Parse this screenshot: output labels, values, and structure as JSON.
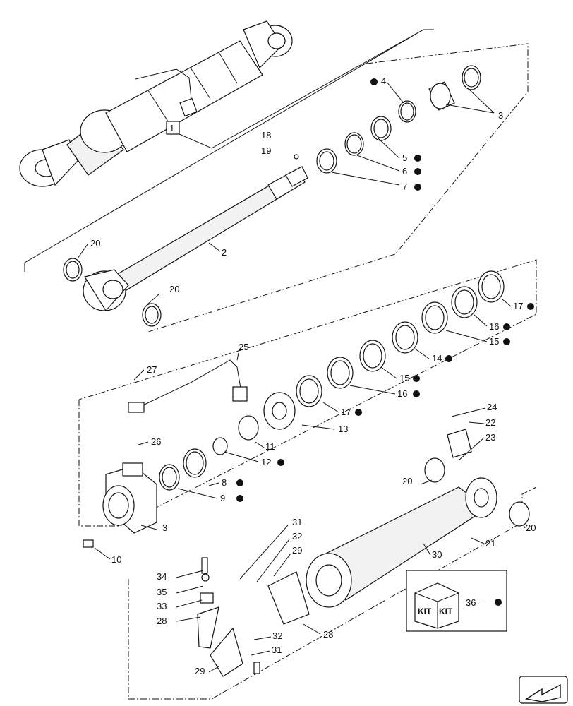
{
  "callouts": [
    {
      "id": "c1",
      "label": "1"
    },
    {
      "id": "c2",
      "label": "2"
    },
    {
      "id": "c3a",
      "label": "3"
    },
    {
      "id": "c3b",
      "label": "3"
    },
    {
      "id": "c4",
      "label": "4"
    },
    {
      "id": "c5",
      "label": "5"
    },
    {
      "id": "c6",
      "label": "6"
    },
    {
      "id": "c7",
      "label": "7"
    },
    {
      "id": "c8",
      "label": "8"
    },
    {
      "id": "c9",
      "label": "9"
    },
    {
      "id": "c10",
      "label": "10"
    },
    {
      "id": "c11",
      "label": "11"
    },
    {
      "id": "c12",
      "label": "12"
    },
    {
      "id": "c13",
      "label": "13"
    },
    {
      "id": "c14",
      "label": "14"
    },
    {
      "id": "c15a",
      "label": "15"
    },
    {
      "id": "c15b",
      "label": "15"
    },
    {
      "id": "c16a",
      "label": "16"
    },
    {
      "id": "c16b",
      "label": "16"
    },
    {
      "id": "c17a",
      "label": "17"
    },
    {
      "id": "c17b",
      "label": "17"
    },
    {
      "id": "c18",
      "label": "18"
    },
    {
      "id": "c19",
      "label": "19"
    },
    {
      "id": "c20a",
      "label": "20"
    },
    {
      "id": "c20b",
      "label": "20"
    },
    {
      "id": "c20c",
      "label": "20"
    },
    {
      "id": "c20d",
      "label": "20"
    },
    {
      "id": "c21",
      "label": "21"
    },
    {
      "id": "c22",
      "label": "22"
    },
    {
      "id": "c23",
      "label": "23"
    },
    {
      "id": "c24",
      "label": "24"
    },
    {
      "id": "c25",
      "label": "25"
    },
    {
      "id": "c26",
      "label": "26"
    },
    {
      "id": "c27",
      "label": "27"
    },
    {
      "id": "c28a",
      "label": "28"
    },
    {
      "id": "c28b",
      "label": "28"
    },
    {
      "id": "c29a",
      "label": "29"
    },
    {
      "id": "c29b",
      "label": "29"
    },
    {
      "id": "c30",
      "label": "30"
    },
    {
      "id": "c31a",
      "label": "31"
    },
    {
      "id": "c31b",
      "label": "31"
    },
    {
      "id": "c32a",
      "label": "32"
    },
    {
      "id": "c32b",
      "label": "32"
    },
    {
      "id": "c33",
      "label": "33"
    },
    {
      "id": "c34",
      "label": "34"
    },
    {
      "id": "c35",
      "label": "35"
    }
  ],
  "kit": {
    "kit_label_left": "KIT",
    "kit_label_right": "KIT",
    "legend_text": "36 ="
  },
  "nav": {
    "icon": "arrow-icon"
  }
}
